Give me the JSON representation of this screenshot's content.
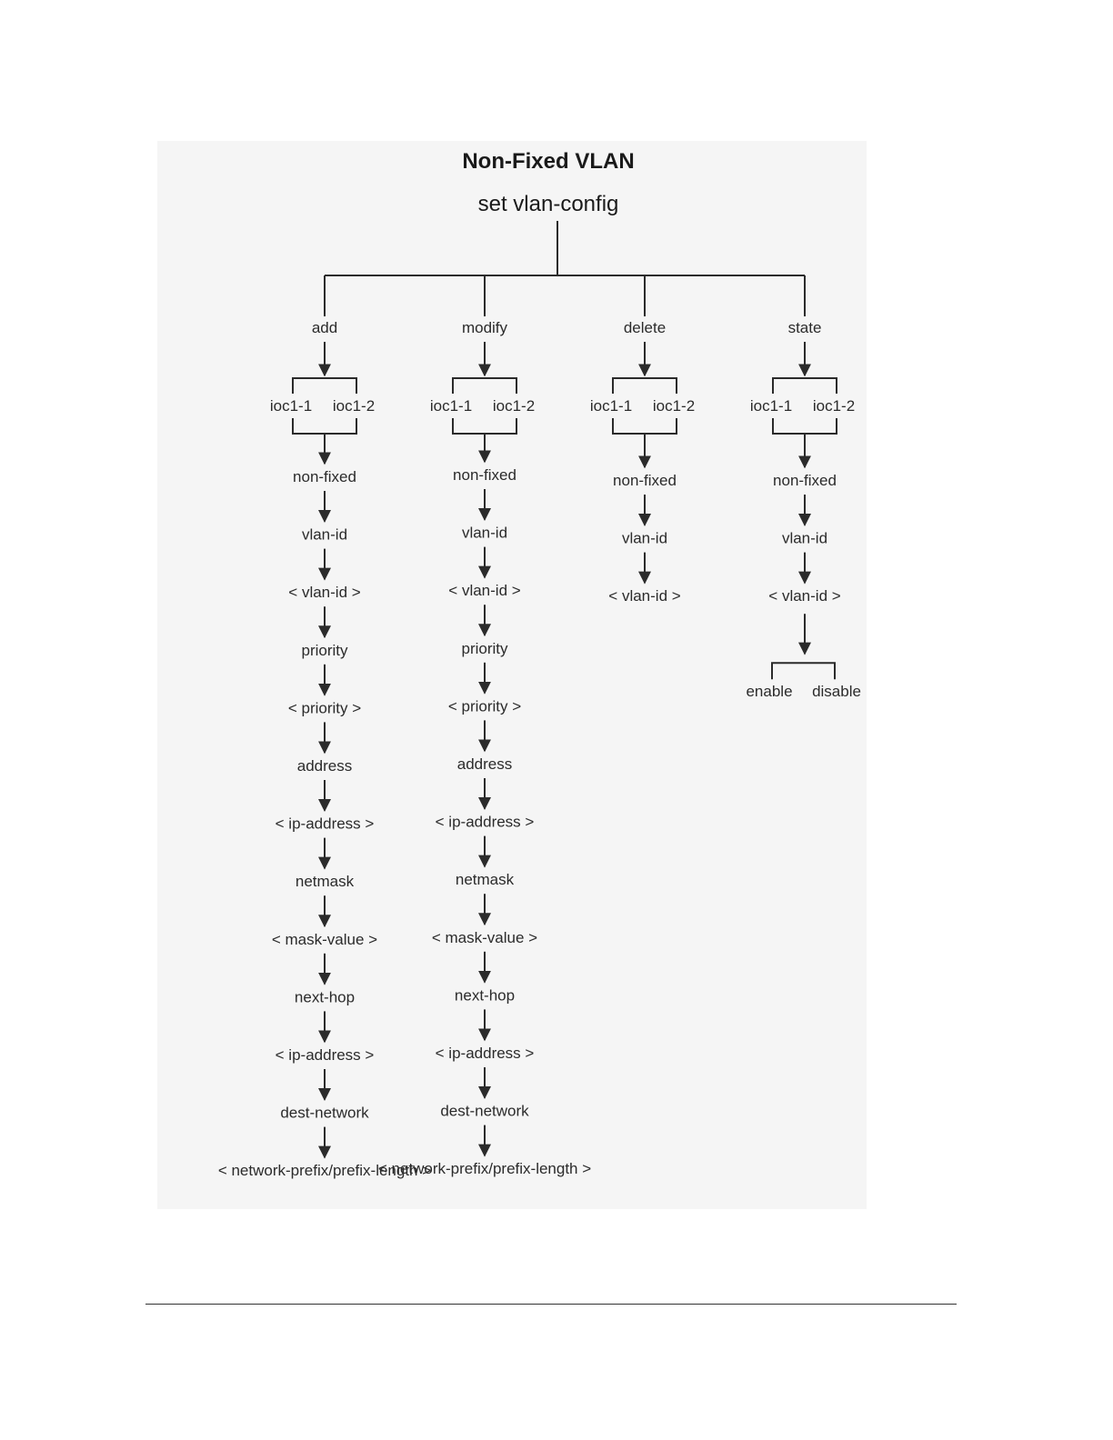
{
  "title": "Non-Fixed VLAN",
  "root": "set vlan-config",
  "branches": [
    {
      "label": "add",
      "ioc": [
        "ioc1-1",
        "ioc1-2"
      ],
      "chain": [
        "non-fixed",
        "vlan-id",
        "< vlan-id >",
        "priority",
        "< priority >",
        "address",
        "< ip-address >",
        "netmask",
        "< mask-value >",
        "next-hop",
        "< ip-address >",
        "dest-network",
        "< network-prefix/prefix-length >"
      ]
    },
    {
      "label": "modify",
      "ioc": [
        "ioc1-1",
        "ioc1-2"
      ],
      "chain": [
        "non-fixed",
        "vlan-id",
        "< vlan-id >",
        "priority",
        "< priority >",
        "address",
        "< ip-address >",
        "netmask",
        "< mask-value >",
        "next-hop",
        "< ip-address >",
        "dest-network",
        "< network-prefix/prefix-length >"
      ]
    },
    {
      "label": "delete",
      "ioc": [
        "ioc1-1",
        "ioc1-2"
      ],
      "chain": [
        "non-fixed",
        "vlan-id",
        "< vlan-id >"
      ]
    },
    {
      "label": "state",
      "ioc": [
        "ioc1-1",
        "ioc1-2"
      ],
      "chain": [
        "non-fixed",
        "vlan-id",
        "< vlan-id >"
      ],
      "options": [
        "enable",
        "disable"
      ]
    }
  ]
}
